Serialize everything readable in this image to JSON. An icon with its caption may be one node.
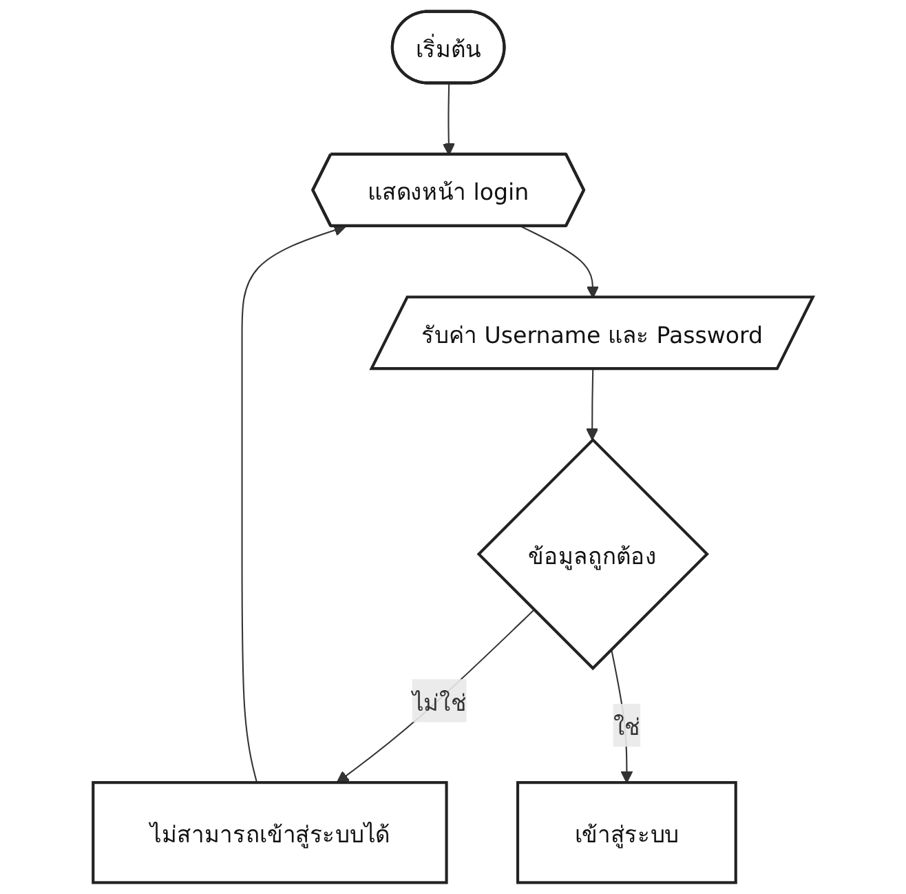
{
  "diagram": {
    "nodes": [
      {
        "text": [
          "เริ่มต้น"
        ]
      },
      {
        "text": [
          "แสดงหน้า login"
        ]
      },
      {
        "text": [
          "รับค่า Username และ Password"
        ]
      },
      {
        "text": [
          "ข้อมูลถูกต้อง"
        ]
      },
      {
        "text": [
          "ไม่สามารถเข้าสู่ระบบได้"
        ]
      },
      {
        "text": [
          "เข้าสู่ระบบ"
        ]
      }
    ],
    "edges": [
      {
        "from": 0,
        "to": 1,
        "arrow": "to"
      },
      {
        "from": 1,
        "to": 2,
        "arrow": "to"
      },
      {
        "from": 2,
        "to": 3,
        "arrow": "to"
      },
      {
        "from": 3,
        "to": 4,
        "arrow": "to",
        "label": "ไม่ใช่"
      },
      {
        "from": 4,
        "to": 1,
        "arrow": "to"
      },
      {
        "from": 3,
        "to": 5,
        "arrow": "to",
        "label": "ใช่"
      }
    ]
  }
}
